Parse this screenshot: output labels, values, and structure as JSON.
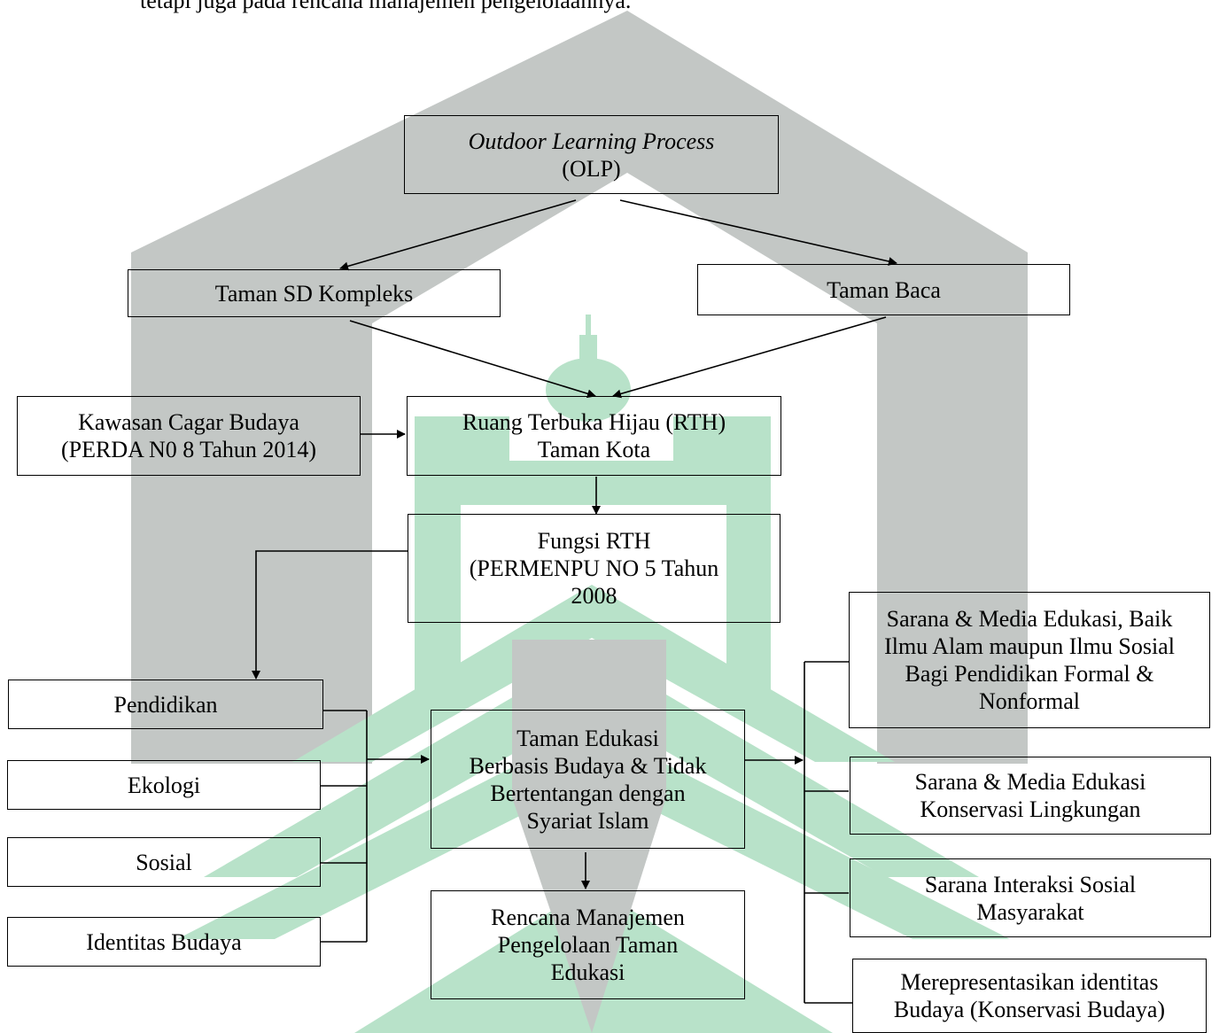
{
  "caption_line": "tetapi juga pada rencana manajemen pengelolaannya.",
  "watermark": {
    "gray": "#c3c7c5",
    "green": "#b8e2c9"
  },
  "olp": {
    "italic": "Outdoor Learning Process",
    "abbr": "(OLP)"
  },
  "taman_sd": "Taman SD Kompleks",
  "taman_baca": "Taman Baca",
  "cagar": {
    "line1": "Kawasan Cagar Budaya",
    "line2": "(PERDA N0 8 Tahun 2014)"
  },
  "rth": {
    "line1": "Ruang Terbuka Hijau (RTH)",
    "line2": "Taman Kota"
  },
  "fungsi": {
    "line1": "Fungsi RTH",
    "line2": "(PERMENPU NO 5 Tahun",
    "line3": "2008"
  },
  "left_items": [
    "Pendidikan",
    "Ekologi",
    "Sosial",
    "Identitas Budaya"
  ],
  "center_box": {
    "line1": "Taman Edukasi",
    "line2": "Berbasis Budaya & Tidak",
    "line3": "Bertentangan dengan",
    "line4": "Syariat Islam"
  },
  "rencana": {
    "line1": "Rencana Manajemen",
    "line2": "Pengelolaan Taman",
    "line3": "Edukasi"
  },
  "right_items": [
    {
      "line1": "Sarana & Media Edukasi, Baik",
      "line2": "Ilmu Alam maupun Ilmu Sosial",
      "line3": "Bagi Pendidikan Formal &",
      "line4": "Nonformal"
    },
    {
      "line1": "Sarana & Media Edukasi",
      "line2": "Konservasi Lingkungan"
    },
    {
      "line1": "Sarana Interaksi Sosial",
      "line2": "Masyarakat"
    },
    {
      "line1": "Merepresentasikan identitas",
      "line2": "Budaya (Konservasi Budaya)"
    }
  ]
}
